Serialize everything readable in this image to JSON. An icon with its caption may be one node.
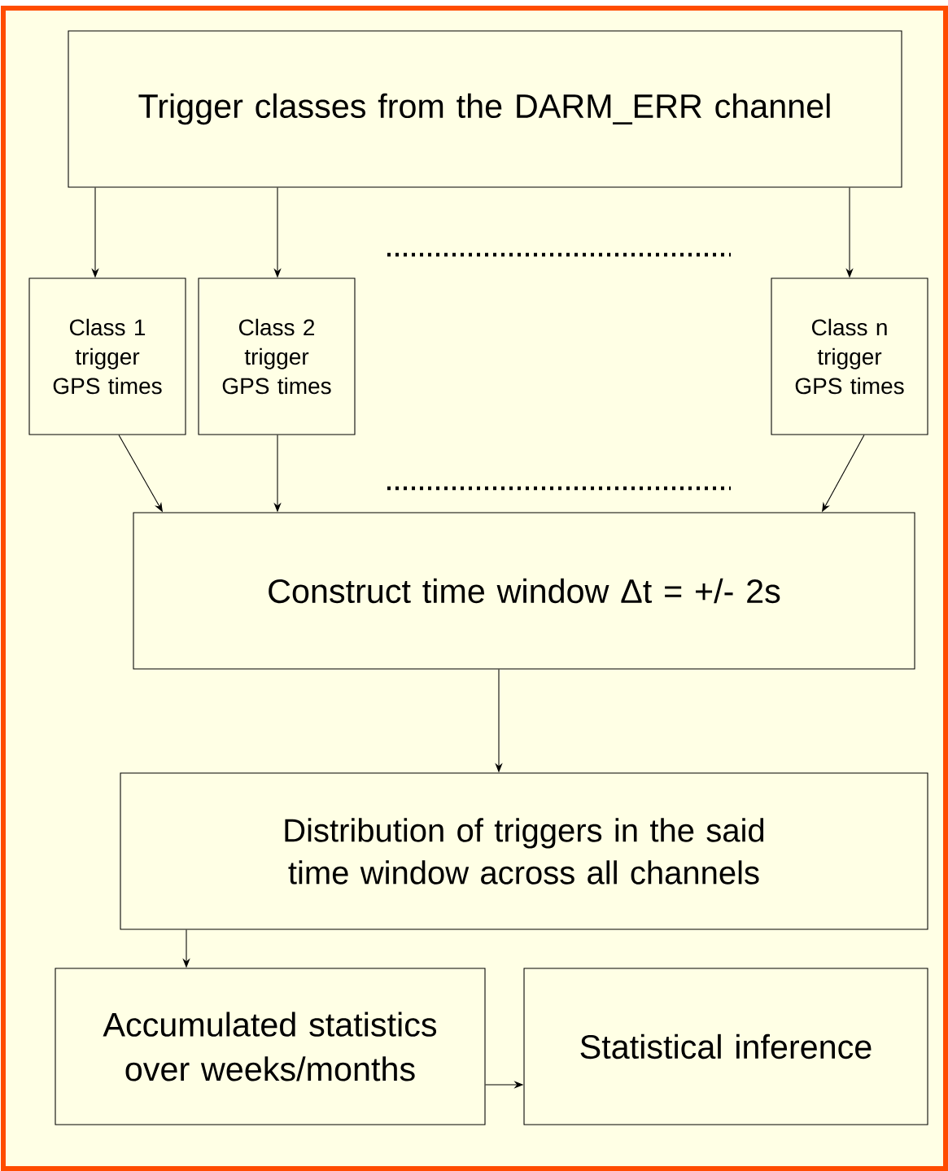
{
  "diagram": {
    "nodes": [
      {
        "text": [
          "Trigger classes from the DARM_ERR channel"
        ]
      },
      {
        "text": [
          "Class 1 trigger GPS times"
        ]
      },
      {
        "text": [
          "Class 2 trigger GPS times"
        ]
      },
      {
        "text": [
          "Class n trigger GPS times"
        ]
      },
      {
        "text": [
          "Construct time window Δt = +/- 2s"
        ]
      },
      {
        "text": [
          "Distribution of triggers in the said time window across all channels"
        ]
      },
      {
        "text": [
          "Accumulated statistics over weeks/months"
        ]
      },
      {
        "text": [
          "Statistical inference"
        ]
      }
    ],
    "edges": [
      {
        "from": 0,
        "to": 1,
        "arrow": "to"
      },
      {
        "from": 0,
        "to": 2,
        "arrow": "to"
      },
      {
        "from": 0,
        "to": 3,
        "arrow": "to"
      },
      {
        "from": 1,
        "to": 4,
        "arrow": "to"
      },
      {
        "from": 2,
        "to": 4,
        "arrow": "to"
      },
      {
        "from": 3,
        "to": 4,
        "arrow": "to"
      },
      {
        "from": 4,
        "to": 5,
        "arrow": "to"
      },
      {
        "from": 5,
        "to": 6,
        "arrow": "to"
      },
      {
        "from": 6,
        "to": 7,
        "arrow": "to"
      }
    ]
  }
}
